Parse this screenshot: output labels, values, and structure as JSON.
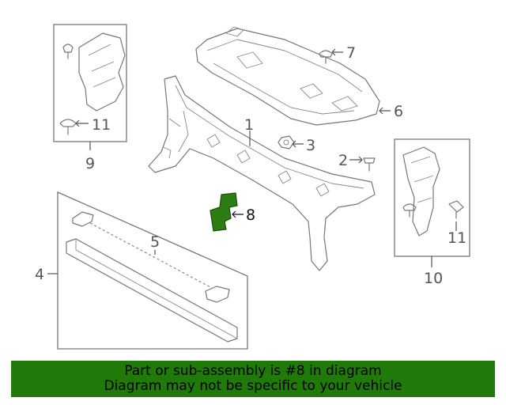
{
  "labels": {
    "l1": "1",
    "l2": "2",
    "l3": "3",
    "l4": "4",
    "l5": "5",
    "l6": "6",
    "l7": "7",
    "l8": "8",
    "l9": "9",
    "l10": "10",
    "l11a": "11",
    "l11b": "11"
  },
  "banner": {
    "line1": "Part or sub-assembly is #8 in diagram",
    "line2": "Diagram may not be specific to your vehicle"
  },
  "colors": {
    "highlight": "#2e7d14",
    "banner_bg": "#1f7a0a"
  }
}
